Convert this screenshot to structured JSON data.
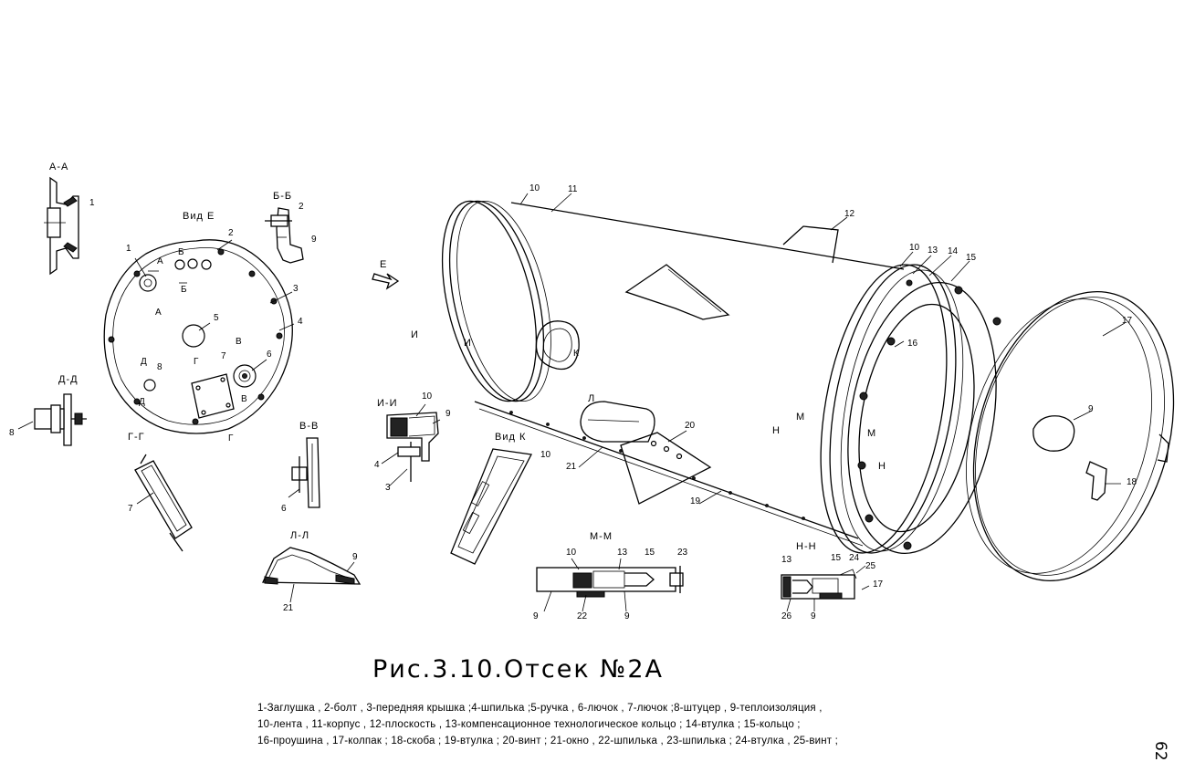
{
  "figure": {
    "title": "Рис.3.10.Отсек №2А",
    "legend": [
      "1-Заглушка , 2-болт , 3-передняя крышка ;4-шпилька ;5-ручка , 6-лючок , 7-лючок ;8-штуцер , 9-теплоизоляция ,",
      "10-лента , 11-корпус , 12-плоскость , 13-компенсационное технологическое кольцо ; 14-втулка ; 15-кольцо ;",
      "16-проушина , 17-колпак ; 18-скоба ; 19-втулка ; 20-винт ; 21-окно , 22-шпилька , 23-шпилька ; 24-втулка , 25-винт ;"
    ],
    "page_number": "62"
  },
  "sections": {
    "aa": "А-А",
    "bb": "Б-Б",
    "vid_e": "Вид Е",
    "dd": "Д-Д",
    "gg": "Г-Г",
    "vv": "В-В",
    "ii": "И-И",
    "ll": "Л-Л",
    "mm": "М-М",
    "nn": "Н-Н",
    "vid_k": "Вид К",
    "e_arrow": "Е"
  },
  "labels": {
    "n1": "1",
    "n2": "2",
    "n3": "3",
    "n4": "4",
    "n5": "5",
    "n6": "6",
    "n7": "7",
    "n8": "8",
    "n9": "9",
    "n10": "10",
    "n11": "11",
    "n12": "12",
    "n13": "13",
    "n14": "14",
    "n15": "15",
    "n16": "16",
    "n17": "17",
    "n18": "18",
    "n19": "19",
    "n20": "20",
    "n21": "21",
    "n22": "22",
    "n23": "23",
    "n24": "24",
    "n25": "25",
    "n26": "26",
    "a": "А",
    "b": "Б",
    "v": "В",
    "g": "Г",
    "d": "Д",
    "i": "И",
    "l": "Л",
    "m": "М",
    "n": "Н",
    "k": "К"
  }
}
